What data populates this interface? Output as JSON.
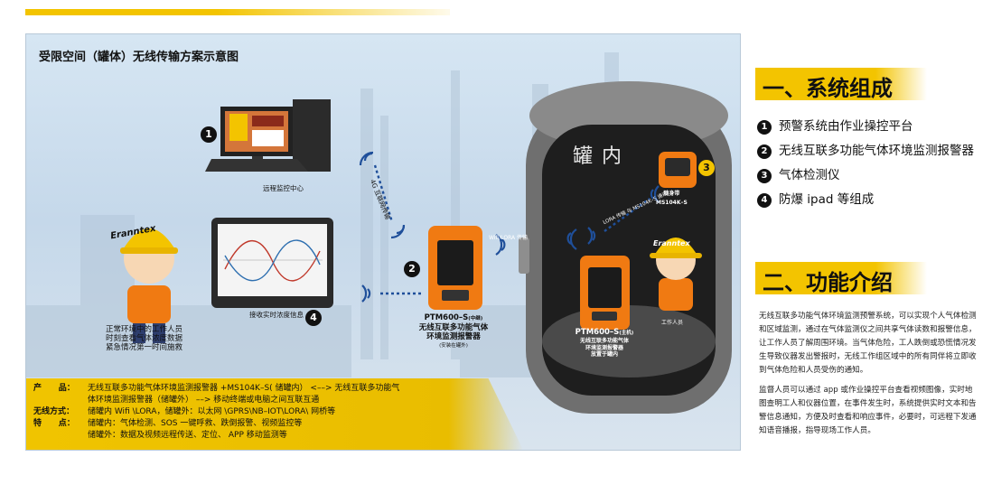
{
  "panel": {
    "title": "受限空间（罐体）无线传输方案示意图",
    "labels": {
      "monitor_center": "远程监控中心",
      "transmission": "4G 互联网传输",
      "worker_outside_lines": [
        "正常环境中的工作人员",
        "时刻查看气体浓度数据",
        "紧急情况第一时间施救"
      ],
      "tablet_caption": "接收实时浓度信息",
      "device_outside_model": "PTM600–S",
      "device_outside_tag": "(中继)",
      "device_outside_name_lines": [
        "无线互联多功能气体",
        "环境监测报警器"
      ],
      "device_outside_note": "(安装在罐外)",
      "wifi_lora": "Wifi/LORA 传输",
      "lora_inside": "LORA 传输 与 MS104K–S 通讯",
      "inside_detector_name": "随身带",
      "inside_detector_model": "MS104K–S",
      "device_inside_model": "PTM600–S",
      "device_inside_tag": "(主机)",
      "device_inside_name_lines": [
        "无线互联多功能气体",
        "环境监测报警器",
        "放置于罐内"
      ],
      "worker_inside": "工作人员",
      "tank_text": "罐内",
      "brand": "Eranntex"
    },
    "badges": [
      "1",
      "2",
      "3",
      "4"
    ],
    "info_rows": [
      {
        "key": "产      品：",
        "text": "无线互联多功能气体环境监测报警器 +MS104K–S( 储罐内）  <––> 无线互联多功能气"
      },
      {
        "key": "",
        "text": "体环境监测报警器（储罐外） ––> 移动终端或电脑之间互联互通"
      },
      {
        "key": "无线方式：",
        "text": "储罐内 Wifi \\LORA，储罐外：以太网 \\GPRS\\NB–IOT\\LORA\\ 网桥等"
      },
      {
        "key": "特      点：",
        "text": "储罐内：气体检测、SOS 一键呼救、跌倒报警、视频监控等"
      },
      {
        "key": "",
        "text": "储罐外：数据及视频远程传送、定位、 APP 移动监测等"
      }
    ]
  },
  "section1": {
    "title": "一、系统组成",
    "items": [
      {
        "num": "1",
        "text": "预警系统由作业操控平台"
      },
      {
        "num": "2",
        "text": "无线互联多功能气体环境监测报警器"
      },
      {
        "num": "3",
        "text": "气体检测仪"
      },
      {
        "num": "4",
        "text": "防爆 ipad 等组成"
      }
    ]
  },
  "section2": {
    "title": "二、功能介绍",
    "para1": "无线互联多功能气体环境监测预警系统，可以实现个人气体检测和区域监测，通过在气体监测仪之间共享气体读数和报警信息，让工作人员了解周围环境。当气体危险，工人跌倒或恐慌情况发生导致仪器发出警报时，无线工作组区域中的所有同伴将立即收到气体危险和人员受伤的通知。",
    "para2": "监督人员可以通过 app 或作业操控平台查看视频图像，实时地图查明工人和仪器位置，在事件发生时，系统提供实时文本和告警信息通知，方便及时查看和响应事件，必要时，可远程下发通知语音播报，指导现场工作人员。"
  },
  "colors": {
    "accent": "#f3c400",
    "device": "#f07a12",
    "dark": "#111111"
  }
}
